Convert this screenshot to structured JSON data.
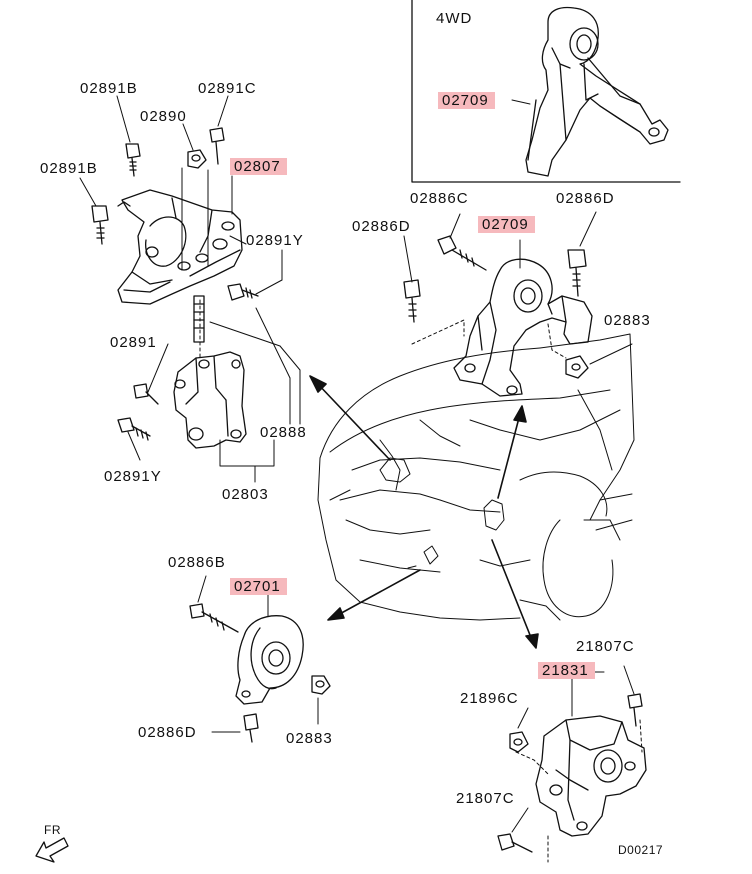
{
  "colors": {
    "highlight": "#f6b9bd",
    "line": "#111111"
  },
  "inset": {
    "title": "4WD",
    "part": "02709"
  },
  "labels": {
    "p02891b_top": "02891B",
    "p02891c": "02891C",
    "p02890": "02890",
    "p02891b_left": "02891B",
    "p02807": "02807",
    "p02891y_top": "02891Y",
    "p02891": "02891",
    "p02891y_bot": "02891Y",
    "p02888": "02888",
    "p02803": "02803",
    "p02886c": "02886C",
    "p02886d_top": "02886D",
    "p02886d_right": "02886D",
    "p02709": "02709",
    "p02883_top": "02883",
    "p02886b": "02886B",
    "p02701": "02701",
    "p02886d_bot": "02886D",
    "p02883_bot": "02883",
    "p21807c_top": "21807C",
    "p21831": "21831",
    "p21896c": "21896C",
    "p21807c_bot": "21807C",
    "fr": "FR",
    "code": "D00217"
  }
}
